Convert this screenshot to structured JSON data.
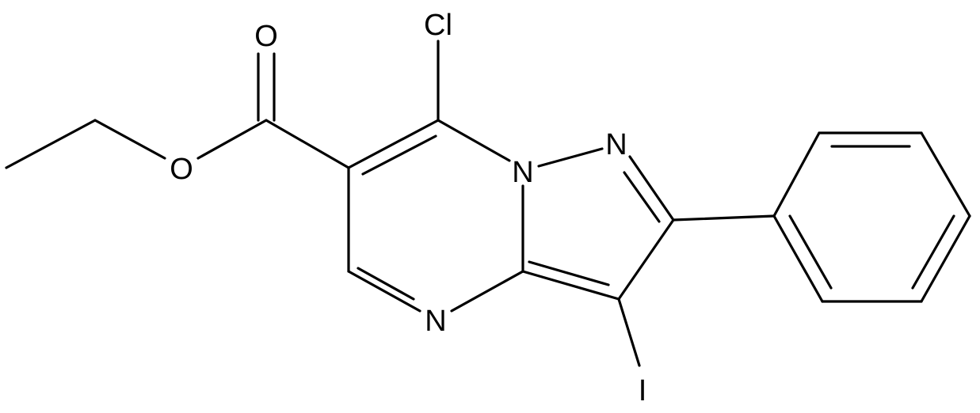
{
  "atoms": {
    "cl": "Cl",
    "o_carbonyl": "O",
    "o_ester": "O",
    "n_pyrazole": "N",
    "n_bridge": "N",
    "n_pyrimidine": "N",
    "iodine": "I"
  },
  "colors": {
    "bond": "#000000",
    "label": "#000000",
    "background": "#ffffff"
  }
}
